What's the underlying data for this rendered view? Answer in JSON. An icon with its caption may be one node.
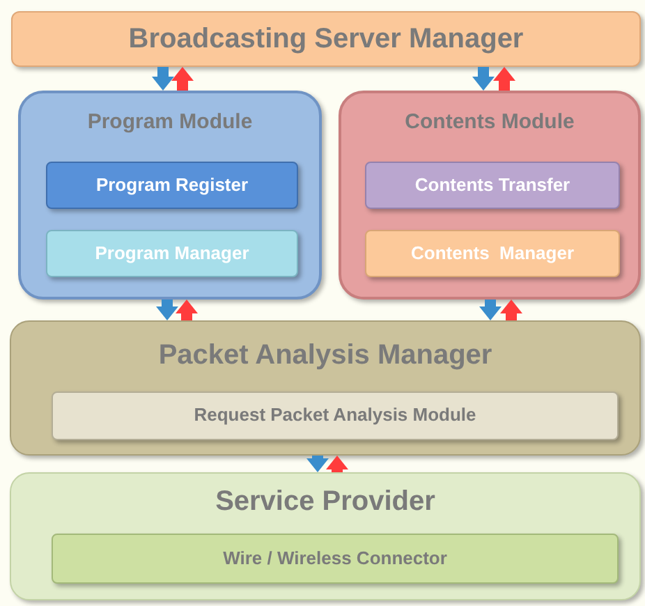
{
  "diagram": {
    "nodes": [
      {
        "text": [
          "Broadcasting Server Manager"
        ]
      },
      {
        "text": [
          "Program Module"
        ]
      },
      {
        "text": [
          "Program Register"
        ],
        "in": 1
      },
      {
        "text": [
          "Program Manager"
        ],
        "in": 1
      },
      {
        "text": [
          "Contents Module"
        ]
      },
      {
        "text": [
          "Contents Transfer"
        ],
        "in": 4
      },
      {
        "text": [
          "Contents  Manager"
        ],
        "in": 4
      },
      {
        "text": [
          "Packet Analysis Manager"
        ]
      },
      {
        "text": [
          "Request Packet Analysis Module"
        ],
        "in": 7
      },
      {
        "text": [
          "Service Provider"
        ]
      },
      {
        "text": [
          "Wire / Wireless Connector"
        ],
        "in": 9
      }
    ],
    "edges": [
      {
        "from": 0,
        "to": 1,
        "arrow": "to",
        "color": "#3a8dcc"
      },
      {
        "from": 1,
        "to": 0,
        "arrow": "to",
        "color": "#ff3c3c"
      },
      {
        "from": 0,
        "to": 4,
        "arrow": "to",
        "color": "#3a8dcc"
      },
      {
        "from": 4,
        "to": 0,
        "arrow": "to",
        "color": "#ff3c3c"
      },
      {
        "from": 1,
        "to": 7,
        "arrow": "to",
        "color": "#3a8dcc"
      },
      {
        "from": 7,
        "to": 1,
        "arrow": "to",
        "color": "#ff3c3c"
      },
      {
        "from": 4,
        "to": 7,
        "arrow": "to",
        "color": "#3a8dcc"
      },
      {
        "from": 7,
        "to": 4,
        "arrow": "to",
        "color": "#ff3c3c"
      },
      {
        "from": 7,
        "to": 9,
        "arrow": "to",
        "color": "#3a8dcc"
      },
      {
        "from": 9,
        "to": 7,
        "arrow": "to",
        "color": "#ff3c3c"
      }
    ]
  }
}
